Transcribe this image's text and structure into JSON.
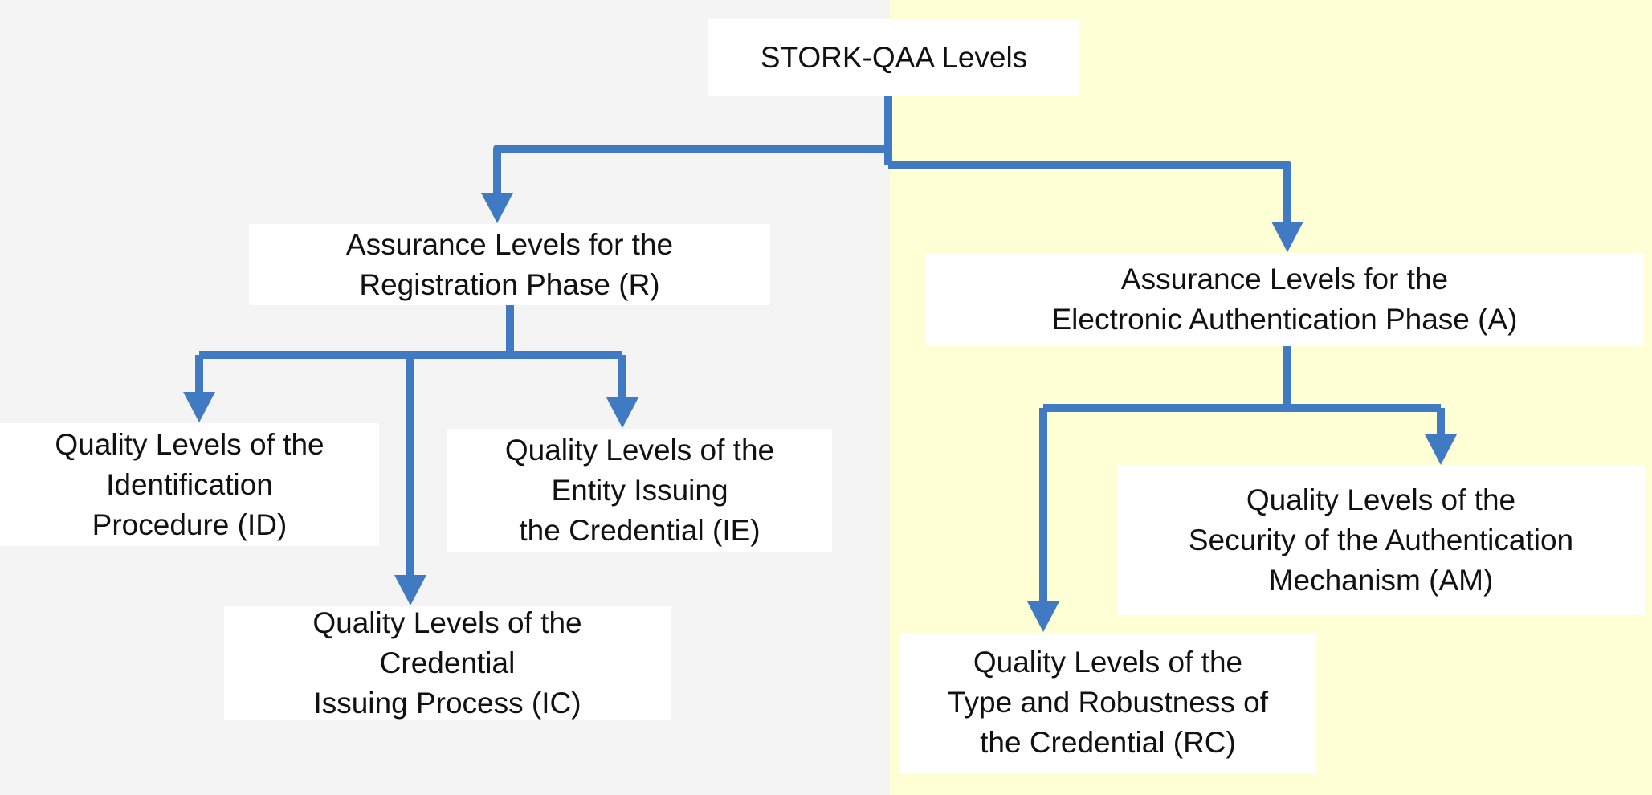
{
  "colors": {
    "left_background": "#f4f4f4",
    "right_background": "#ffffd5",
    "node_fill": "#ffffff",
    "connector": "#3f7ac2",
    "text": "#111111"
  },
  "nodes": {
    "root": "STORK-QAA Levels",
    "registration": "Assurance Levels for the\nRegistration Phase (R)",
    "authentication": "Assurance Levels for the\nElectronic Authentication Phase (A)",
    "identification": "Quality Levels of the\nIdentification\nProcedure (ID)",
    "entity_issuing": "Quality Levels of the\nEntity Issuing\nthe Credential (IE)",
    "issuing_process": "Quality Levels of the\nCredential\nIssuing Process  (IC)",
    "auth_mechanism": "Quality Levels of the\nSecurity of the Authentication\nMechanism (AM)",
    "robustness": "Quality Levels of the\nType and Robustness of\nthe Credential (RC)"
  },
  "edges": [
    {
      "from": "root",
      "to": "registration"
    },
    {
      "from": "root",
      "to": "authentication"
    },
    {
      "from": "registration",
      "to": "identification"
    },
    {
      "from": "registration",
      "to": "issuing_process"
    },
    {
      "from": "registration",
      "to": "entity_issuing"
    },
    {
      "from": "authentication",
      "to": "robustness"
    },
    {
      "from": "authentication",
      "to": "auth_mechanism"
    }
  ]
}
